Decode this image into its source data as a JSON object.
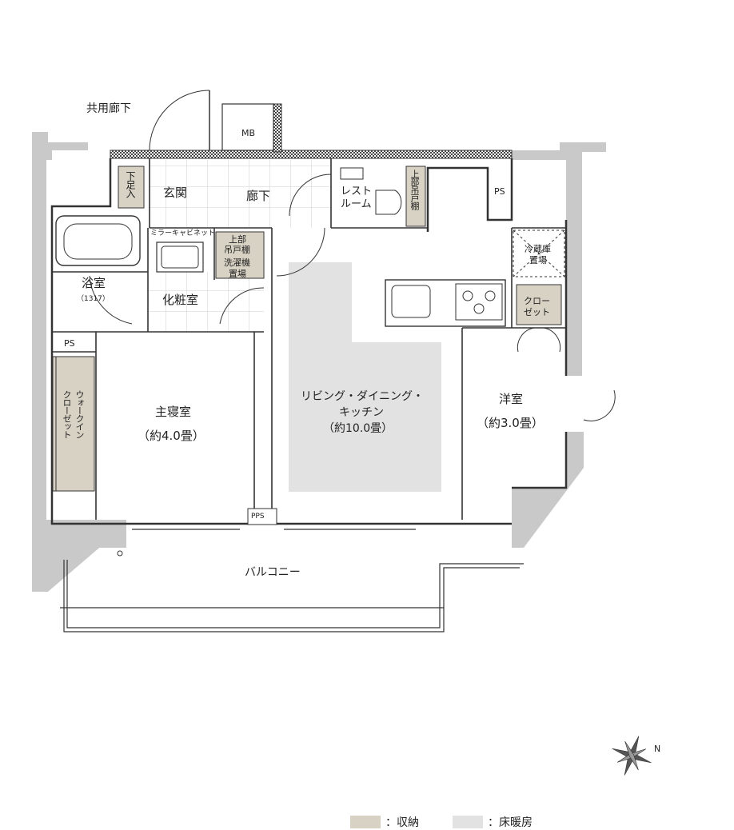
{
  "colors": {
    "storage": "#d8d2c4",
    "floor_heating": "#e2e2e2",
    "wall": "#c9c9c9",
    "line": "#333333"
  },
  "labels": {
    "common_corridor": "共用廊下",
    "mb": "MB",
    "shoe_storage": "下足入",
    "entrance": "玄関",
    "hallway": "廊下",
    "restroom_line1": "レスト",
    "restroom_line2": "ルーム",
    "upper_cabinet_1": "上部吊戸棚",
    "ps_top": "PS",
    "mirror_cabinet": "ミラーキャビネット",
    "upper_cabinet_2_line1": "上部",
    "upper_cabinet_2_line2": "吊戸棚",
    "washer_line1": "洗濯機",
    "washer_line2": "置場",
    "fridge_line1": "冷蔵庫",
    "fridge_line2": "置場",
    "bath": "浴室",
    "bath_size": "（1317）",
    "powder_room": "化粧室",
    "closet_line1": "クロー",
    "closet_line2": "ゼット",
    "ps_left": "PS",
    "walk_in_line1": "ウォークイン",
    "walk_in_line2": "クローゼット",
    "master_bedroom": "主寝室",
    "master_bedroom_size": "（約4.0畳）",
    "ldk_line1": "リビング・ダイニング・",
    "ldk_line2": "キッチン",
    "ldk_size": "（約10.0畳）",
    "western_room": "洋室",
    "western_room_size": "（約3.0畳）",
    "pps": "PPS",
    "balcony": "バルコニー"
  },
  "legend": {
    "storage_label": "：収納",
    "floor_heating_label": "：床暖房"
  },
  "compass": {
    "north_label": "N",
    "rotation_deg": -70
  }
}
